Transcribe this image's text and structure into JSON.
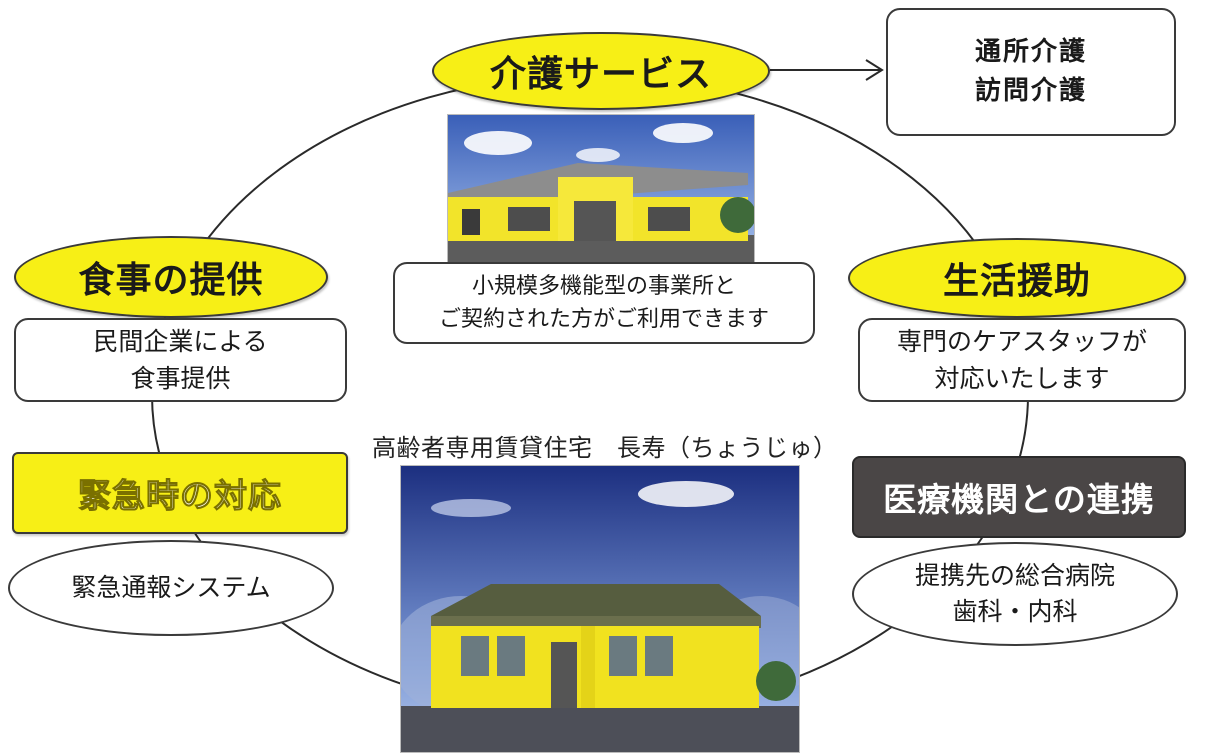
{
  "nodes": {
    "care_service": {
      "label": "介護サービス"
    },
    "care_types": {
      "line1": "通所介護",
      "line2": "訪問介護"
    },
    "facility_note": {
      "line1": "小規模多機能型の事業所と",
      "line2": "ご契約された方がご利用できます"
    },
    "meal": {
      "label": "食事の提供"
    },
    "meal_detail": {
      "line1": "民間企業による",
      "line2": "食事提供"
    },
    "life_support": {
      "label": "生活援助"
    },
    "life_detail": {
      "line1": "専門のケアスタッフが",
      "line2": "対応いたします"
    },
    "emergency": {
      "label": "緊急時の対応"
    },
    "emergency_detail": {
      "label": "緊急通報システム"
    },
    "medical": {
      "label": "医療機関との連携"
    },
    "medical_detail": {
      "line1": "提携先の総合病院",
      "line2": "歯科・内科"
    }
  },
  "main_caption": "高齢者専用賃貸住宅　長寿（ちょうじゅ）",
  "colors": {
    "highlight_yellow": "#f7ef16",
    "dark_box": "#4a4646",
    "outline": "#3a3a3a"
  }
}
